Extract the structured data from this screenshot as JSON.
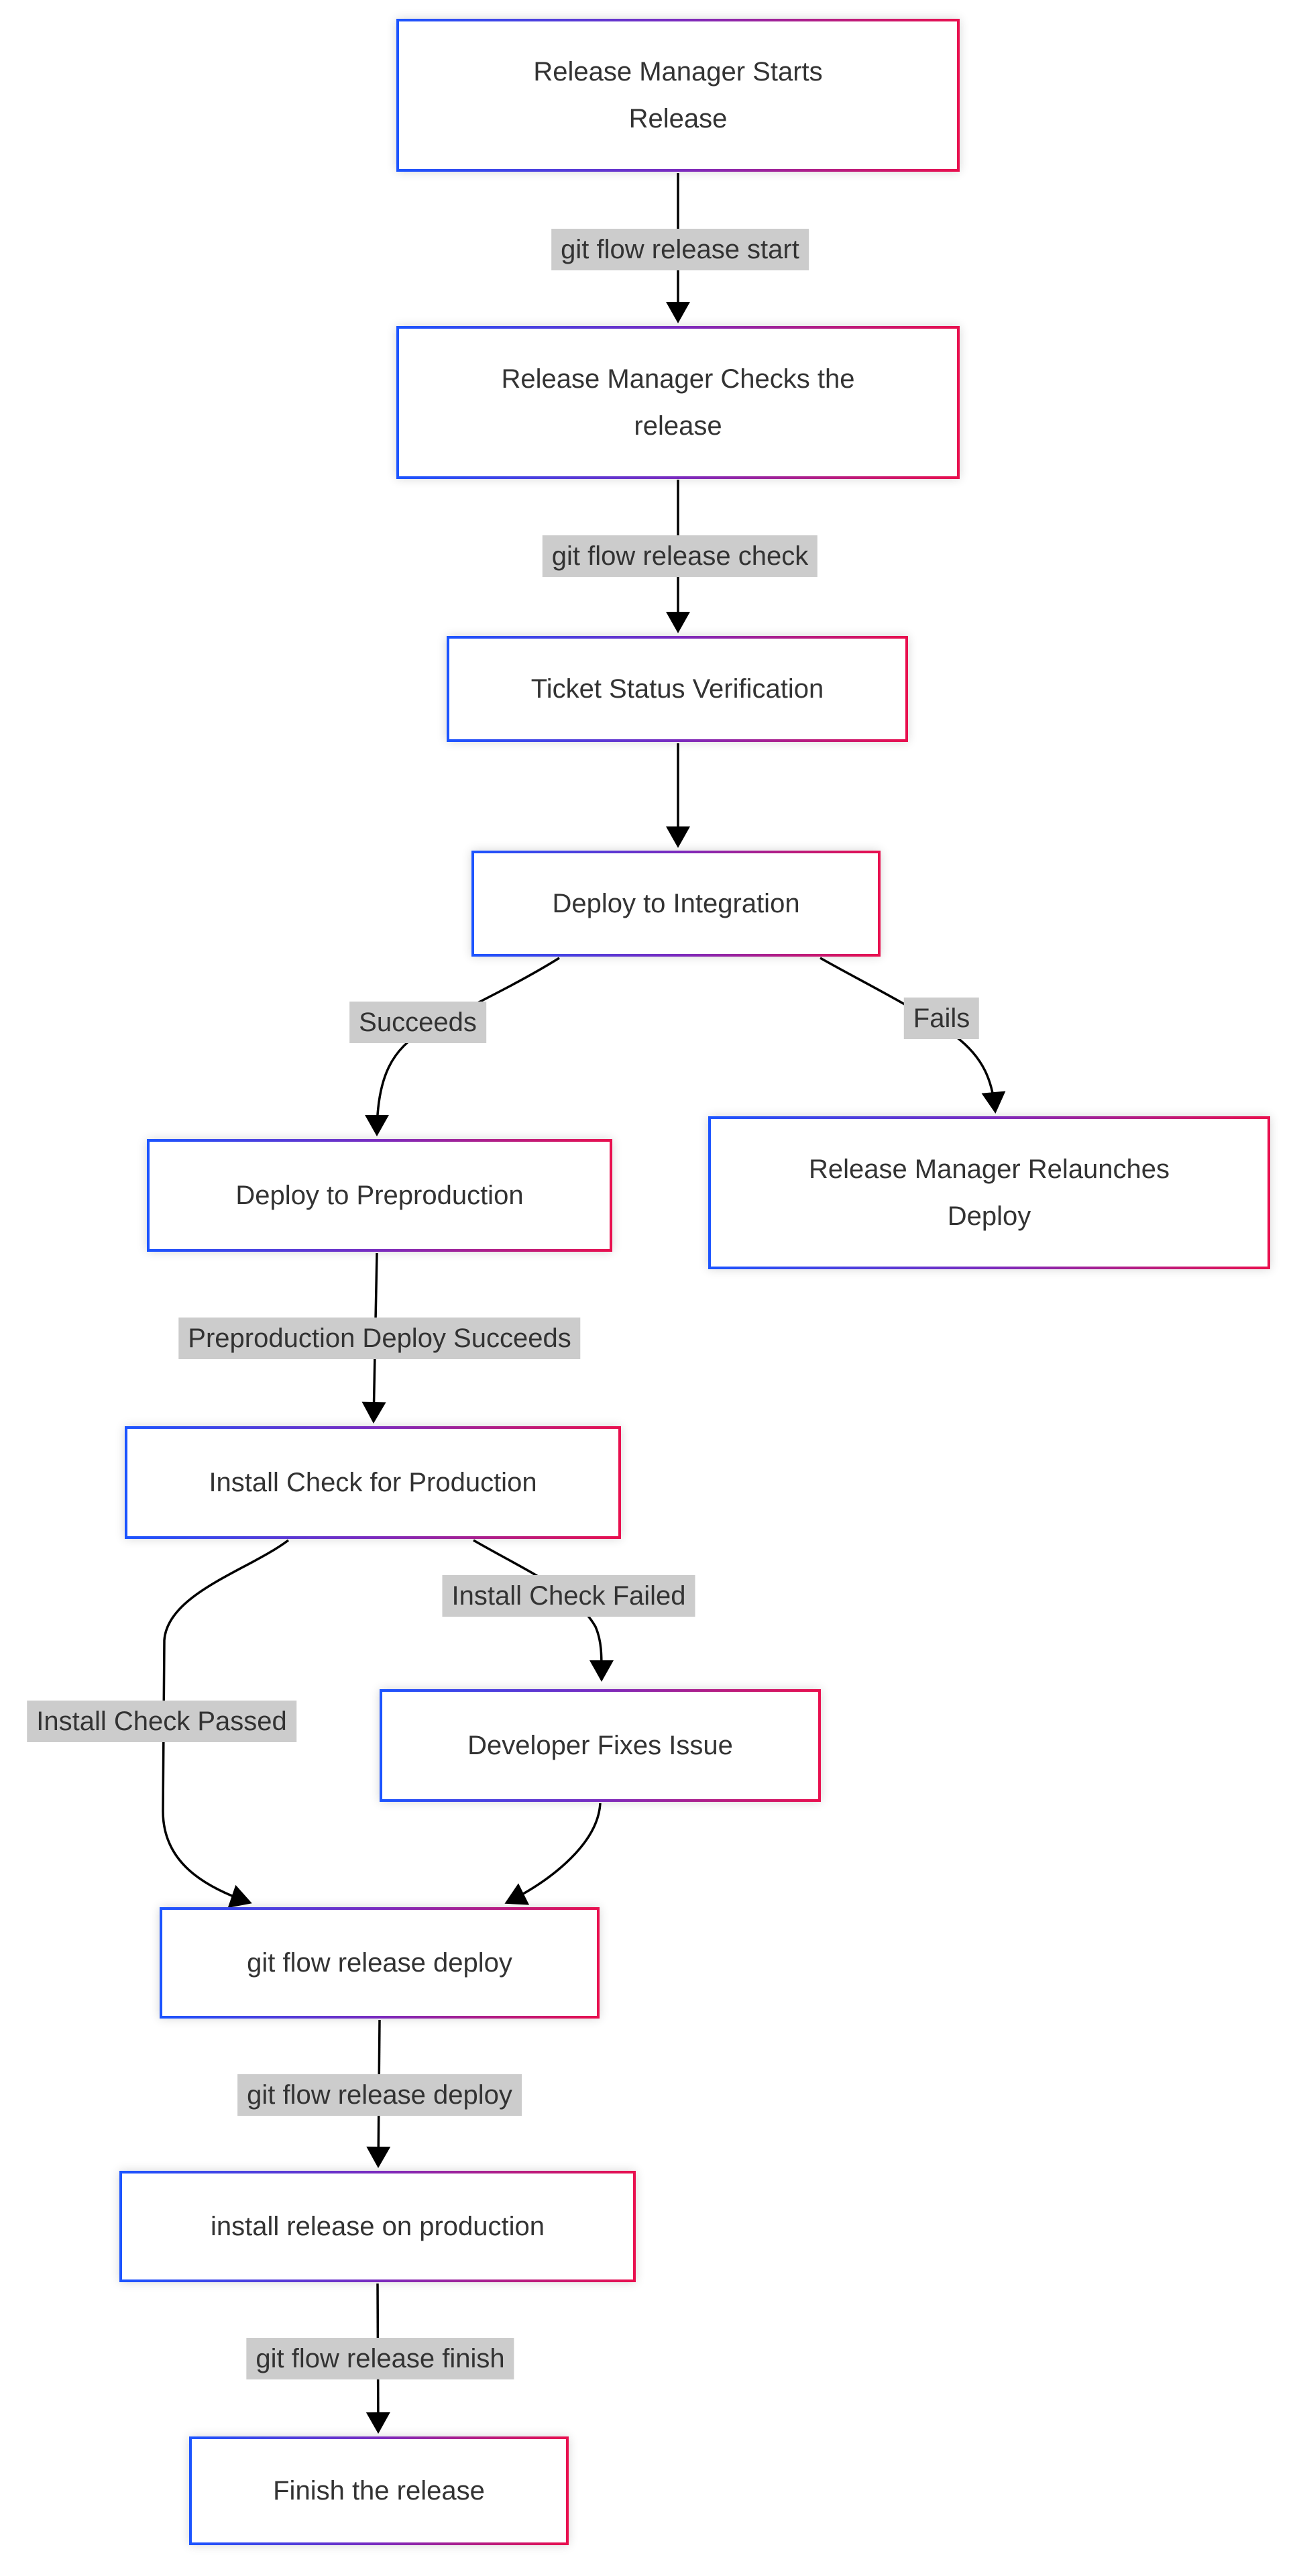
{
  "diagram": {
    "type": "flowchart",
    "direction": "top-down",
    "nodes": [
      {
        "id": "start",
        "label": "Release Manager Starts\nRelease"
      },
      {
        "id": "check",
        "label": "Release Manager Checks the\nrelease"
      },
      {
        "id": "ticket",
        "label": "Ticket Status Verification"
      },
      {
        "id": "integration",
        "label": "Deploy to Integration"
      },
      {
        "id": "preprod",
        "label": "Deploy to Preproduction"
      },
      {
        "id": "relaunch",
        "label": "Release Manager Relaunches\nDeploy"
      },
      {
        "id": "installcheck",
        "label": "Install Check for Production"
      },
      {
        "id": "devfix",
        "label": "Developer Fixes Issue"
      },
      {
        "id": "deploy",
        "label": "git flow release deploy"
      },
      {
        "id": "installprod",
        "label": "install release on production"
      },
      {
        "id": "finish",
        "label": "Finish the release"
      }
    ],
    "edge_labels": [
      {
        "from": "start",
        "to": "check",
        "text": "git flow release start"
      },
      {
        "from": "check",
        "to": "ticket",
        "text": "git flow release check"
      },
      {
        "from": "integration",
        "to": "preprod",
        "text": "Succeeds"
      },
      {
        "from": "integration",
        "to": "relaunch",
        "text": "Fails"
      },
      {
        "from": "preprod",
        "to": "installcheck",
        "text": "Preproduction Deploy Succeeds"
      },
      {
        "from": "installcheck",
        "to": "devfix",
        "text": "Install Check Failed"
      },
      {
        "from": "installcheck",
        "to": "deploy",
        "text": "Install Check Passed"
      },
      {
        "from": "deploy",
        "to": "installprod",
        "text": "git flow release deploy"
      },
      {
        "from": "installprod",
        "to": "finish",
        "text": "git flow release finish"
      }
    ],
    "unlabeled_edges": [
      {
        "from": "ticket",
        "to": "integration"
      },
      {
        "from": "devfix",
        "to": "deploy"
      }
    ],
    "colors": {
      "border_gradient_start": "#1c54ff",
      "border_gradient_end": "#e8104f",
      "node_fill": "#ffffff",
      "node_text": "#333333",
      "edge_label_bg": "#cccccc",
      "edge_label_text": "#333333",
      "line": "#000000",
      "background": "#ffffff"
    }
  }
}
